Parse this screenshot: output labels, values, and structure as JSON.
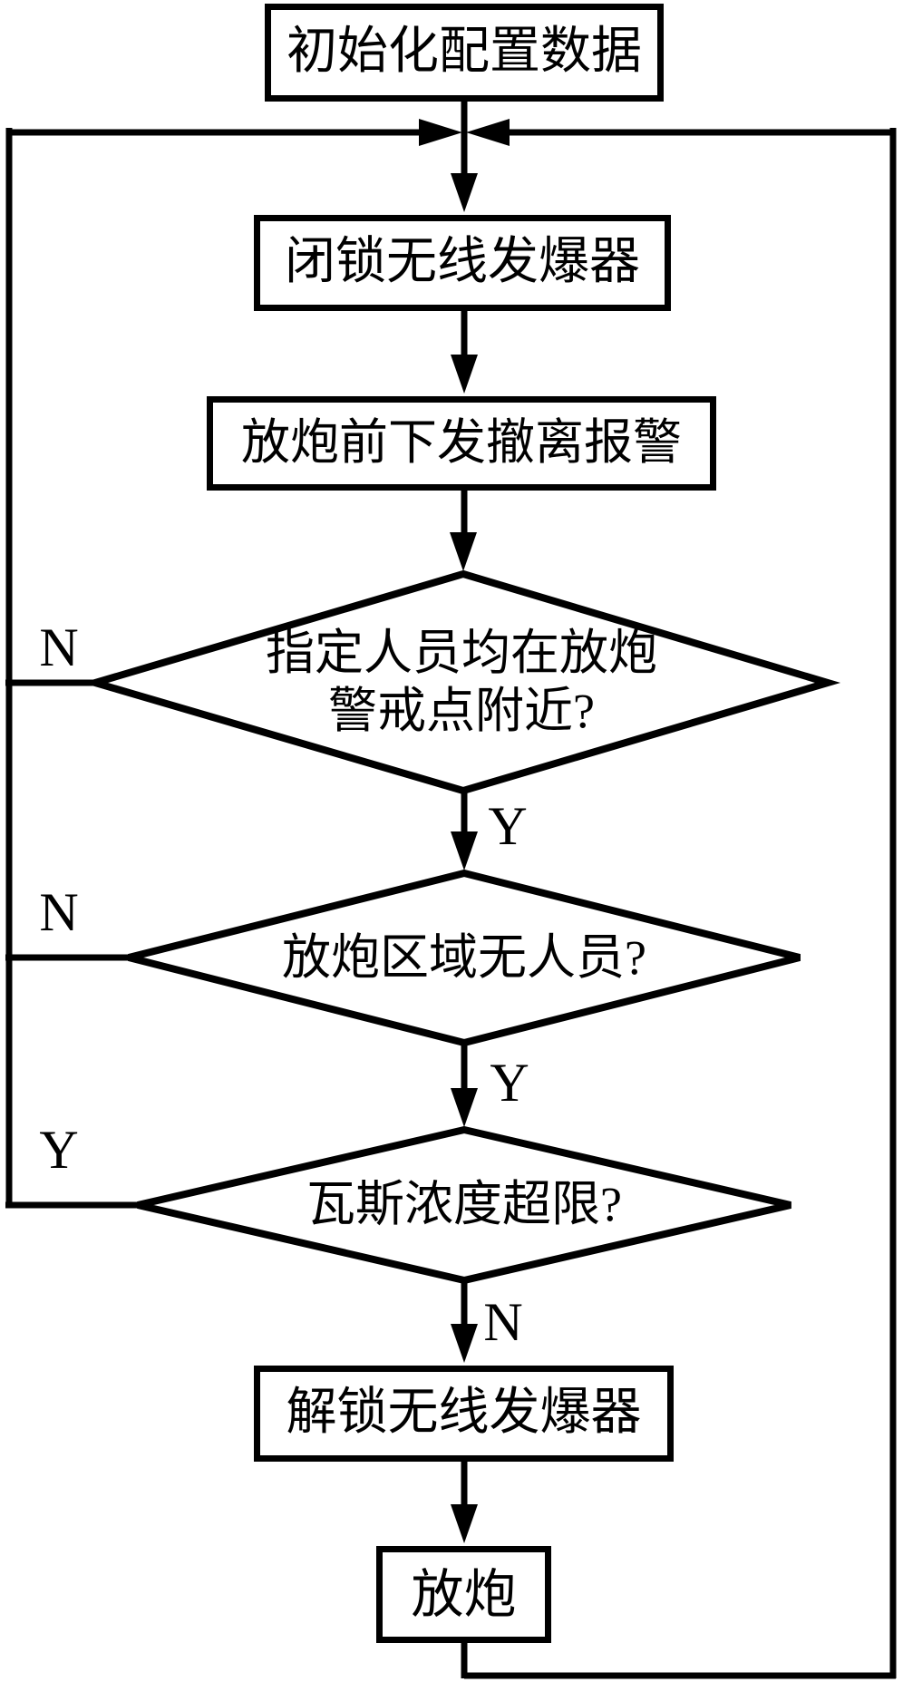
{
  "flowchart": {
    "background_color": "#ffffff",
    "stroke_color": "#000000",
    "nodes": {
      "init": {
        "type": "process",
        "label": "初始化配置数据"
      },
      "lock": {
        "type": "process",
        "label": "闭锁无线发爆器"
      },
      "alarm": {
        "type": "process",
        "label": "放炮前下发撤离报警"
      },
      "d1": {
        "type": "decision",
        "line1": "指定人员均在放炮",
        "line2": "警戒点附近?"
      },
      "d2": {
        "type": "decision",
        "label": "放炮区域无人员?"
      },
      "d3": {
        "type": "decision",
        "label": "瓦斯浓度超限?"
      },
      "unlock": {
        "type": "process",
        "label": "解锁无线发爆器"
      },
      "blast": {
        "type": "process",
        "label": "放炮"
      }
    },
    "edge_labels": {
      "d1_no": "N",
      "d1_yes": "Y",
      "d2_no": "N",
      "d2_yes": "Y",
      "d3_yes": "Y",
      "d3_no": "N"
    }
  }
}
